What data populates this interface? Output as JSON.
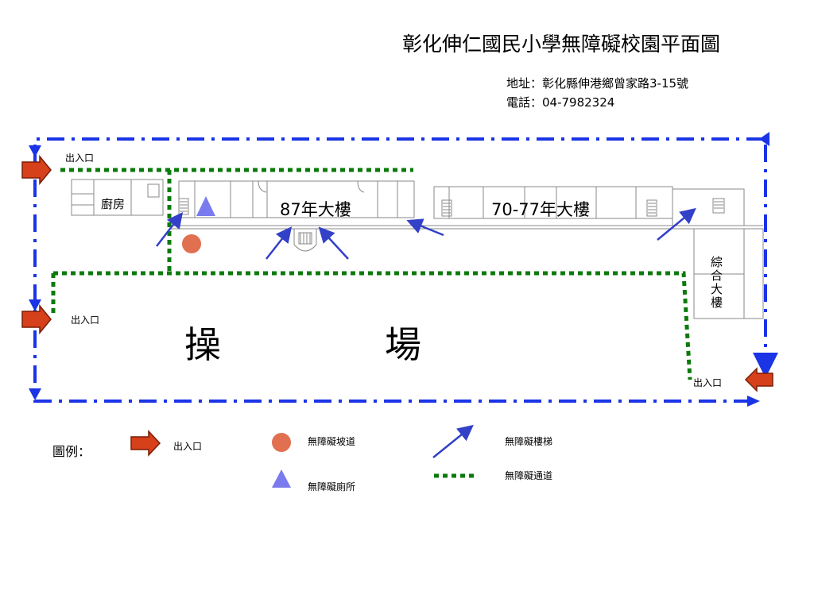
{
  "title": "彰化伸仁國民小學無障礙校園平面圖",
  "address": "地址：彰化縣伸港鄉曾家路3-15號",
  "phone": "電話：04-7982324",
  "buildings": {
    "kitchen": "廚房",
    "b87": "87年大樓",
    "b70_77": "70-77年大樓",
    "composite": "綜合大樓"
  },
  "playground": [
    "操",
    "場"
  ],
  "entrances": {
    "top_left": "出入口",
    "mid_left": "出入口",
    "bottom_right": "出入口"
  },
  "legend": {
    "title": "圖例：",
    "entrance": "出入口",
    "ramp": "無障礙坡道",
    "toilet": "無障礙廁所",
    "stairs": "無障礙樓梯",
    "path": "無障礙通道"
  },
  "colors": {
    "boundary": "#1a34e6",
    "path": "#0a7a0a",
    "arrow_fill": "#d6401a",
    "arrow_stroke": "#7a1d06",
    "ramp": "#e07050",
    "toilet": "#7b7bf0",
    "stairs_arrow": "#3340c8",
    "building_line": "#888888"
  },
  "icons": [
    "entrance-arrow-icon",
    "ramp-circle-icon",
    "toilet-triangle-icon",
    "stairs-arrow-icon",
    "path-dotted-icon"
  ]
}
